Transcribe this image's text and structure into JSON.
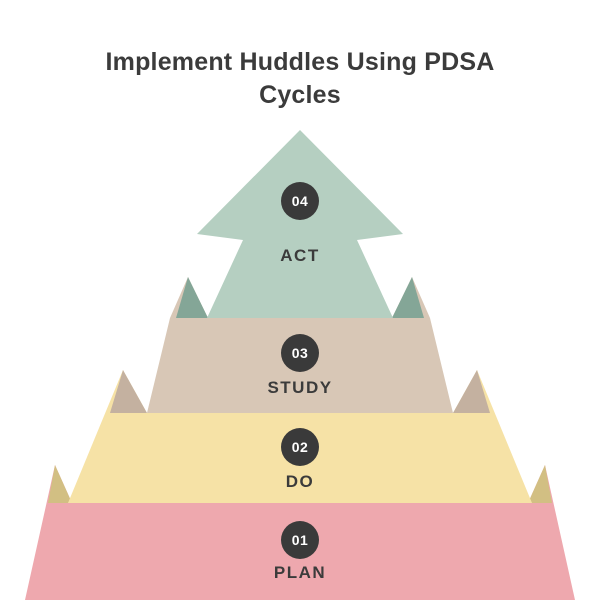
{
  "title": {
    "line1": "Implement Huddles Using PDSA",
    "line2": "Cycles"
  },
  "steps": [
    {
      "number": "01",
      "label": "PLAN"
    },
    {
      "number": "02",
      "label": "DO"
    },
    {
      "number": "03",
      "label": "STUDY"
    },
    {
      "number": "04",
      "label": "ACT"
    }
  ],
  "colors": {
    "background": "#ffffff",
    "title_text": "#3b3b3b",
    "label_text": "#3b3b3b",
    "badge_fill": "#3a3a3a",
    "badge_text": "#ffffff",
    "act_fill": "#b5cfc1",
    "act_fold": "#84a697",
    "study_fill": "#d8c7b6",
    "study_fold": "#c4b1a0",
    "do_fill": "#f6e2a6",
    "do_fold": "#d2bf83",
    "plan_fill": "#eea8ae"
  }
}
